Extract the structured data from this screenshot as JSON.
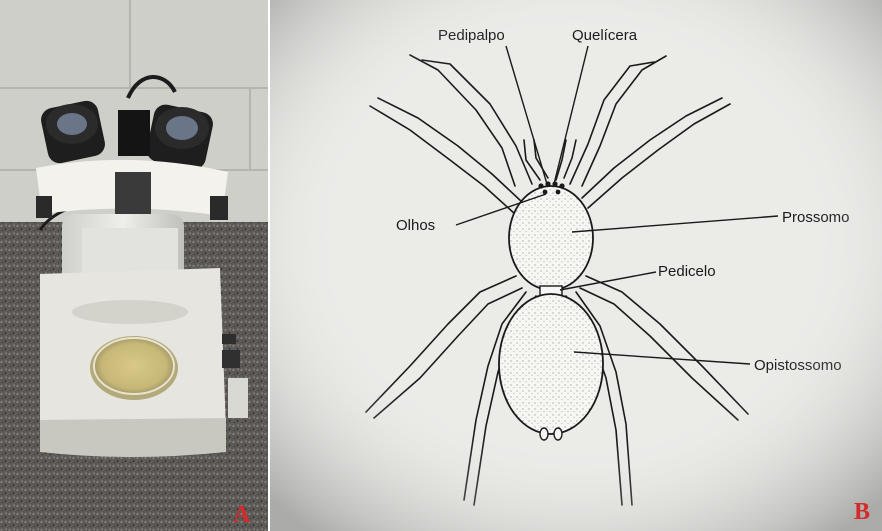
{
  "panel_a": {
    "letter": "A",
    "subject": "stereo-microscope-with-petri-dish"
  },
  "panel_b": {
    "letter": "B",
    "subject": "spider-anatomy-diagram",
    "labels": {
      "pedipalpo": "Pedipalpo",
      "quelicera": "Quelícera",
      "olhos": "Olhos",
      "prossomo": "Prossomo",
      "pedicelo": "Pedicelo",
      "opistossomo": "Opistossomo"
    }
  },
  "colors": {
    "panel_letter": "#d42a2a",
    "diagram_ink": "#1a1a1a",
    "diagram_paper": "#ebebe8"
  }
}
